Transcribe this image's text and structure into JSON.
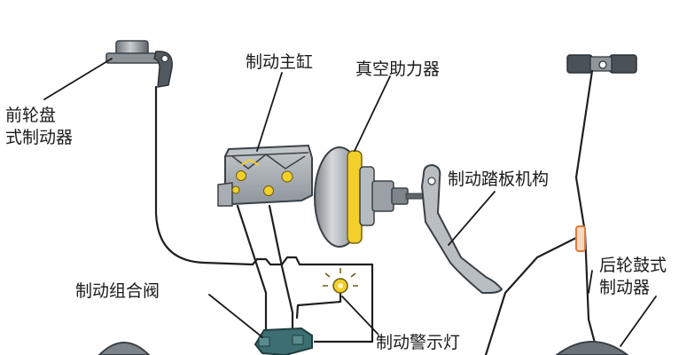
{
  "labels": {
    "front_disc_brake_line1": "前轮盘",
    "front_disc_brake_line2": "式制动器",
    "master_cylinder": "制动主缸",
    "vacuum_booster": "真空助力器",
    "brake_pedal": "制动踏板机构",
    "combination_valve": "制动组合阀",
    "rear_drum_brake_line1": "后轮鼓式",
    "rear_drum_brake_line2": "制动器",
    "warning_lamp": "制动警示灯"
  },
  "colors": {
    "line": "#1f1f1f",
    "part_gray": "#9aa0a6",
    "part_dark": "#4a5258",
    "yellow": "#f2cf2a",
    "fuse_orange": "#e07a3a",
    "valve_teal": "#3d6f72"
  }
}
